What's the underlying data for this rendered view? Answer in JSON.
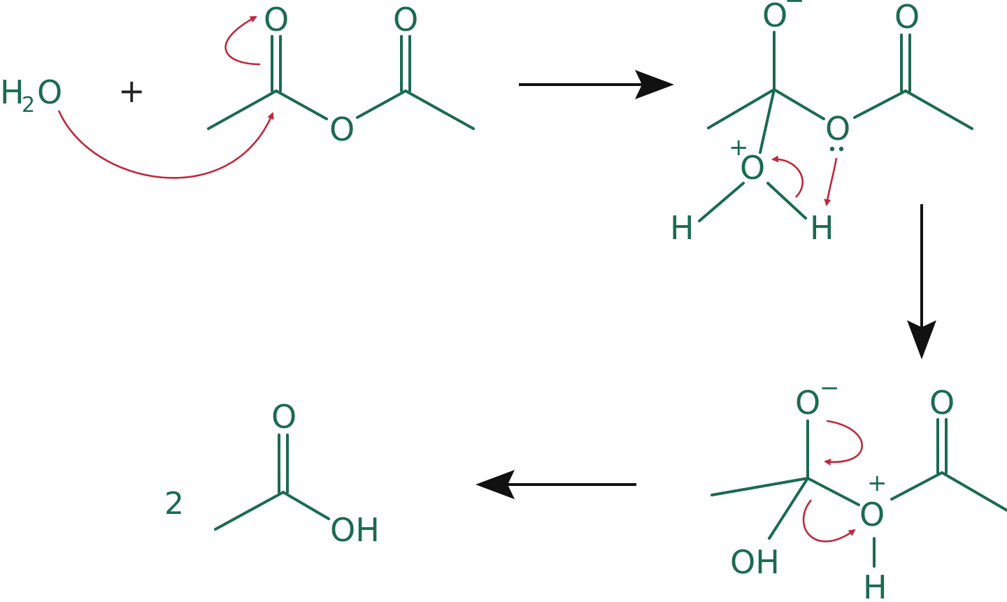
{
  "colors": {
    "structure": "#1a6b4f",
    "electron_arrow": "#c0283a",
    "reaction_arrow": "#111111",
    "background": "#ffffff"
  },
  "reactants": {
    "water": {
      "h": "H",
      "subscript": "2",
      "o": "O"
    },
    "plus": "+",
    "anhydride": {
      "carbonyl_left": "O",
      "carbonyl_right": "O",
      "bridge": "O"
    }
  },
  "intermediate_1": {
    "alkoxide": "O",
    "alkoxide_charge": "−",
    "carbonyl": "O",
    "bridge": "O",
    "oxonium": "O",
    "oxonium_charge": "+",
    "h_left": "H",
    "h_right": "H"
  },
  "intermediate_2": {
    "alkoxide": "O",
    "alkoxide_charge": "−",
    "carbonyl": "O",
    "bridge": "O",
    "bridge_charge": "+",
    "hydroxyl": "OH",
    "bridge_h": "H"
  },
  "product": {
    "coefficient": "2",
    "carbonyl": "O",
    "hydroxyl": "OH"
  }
}
